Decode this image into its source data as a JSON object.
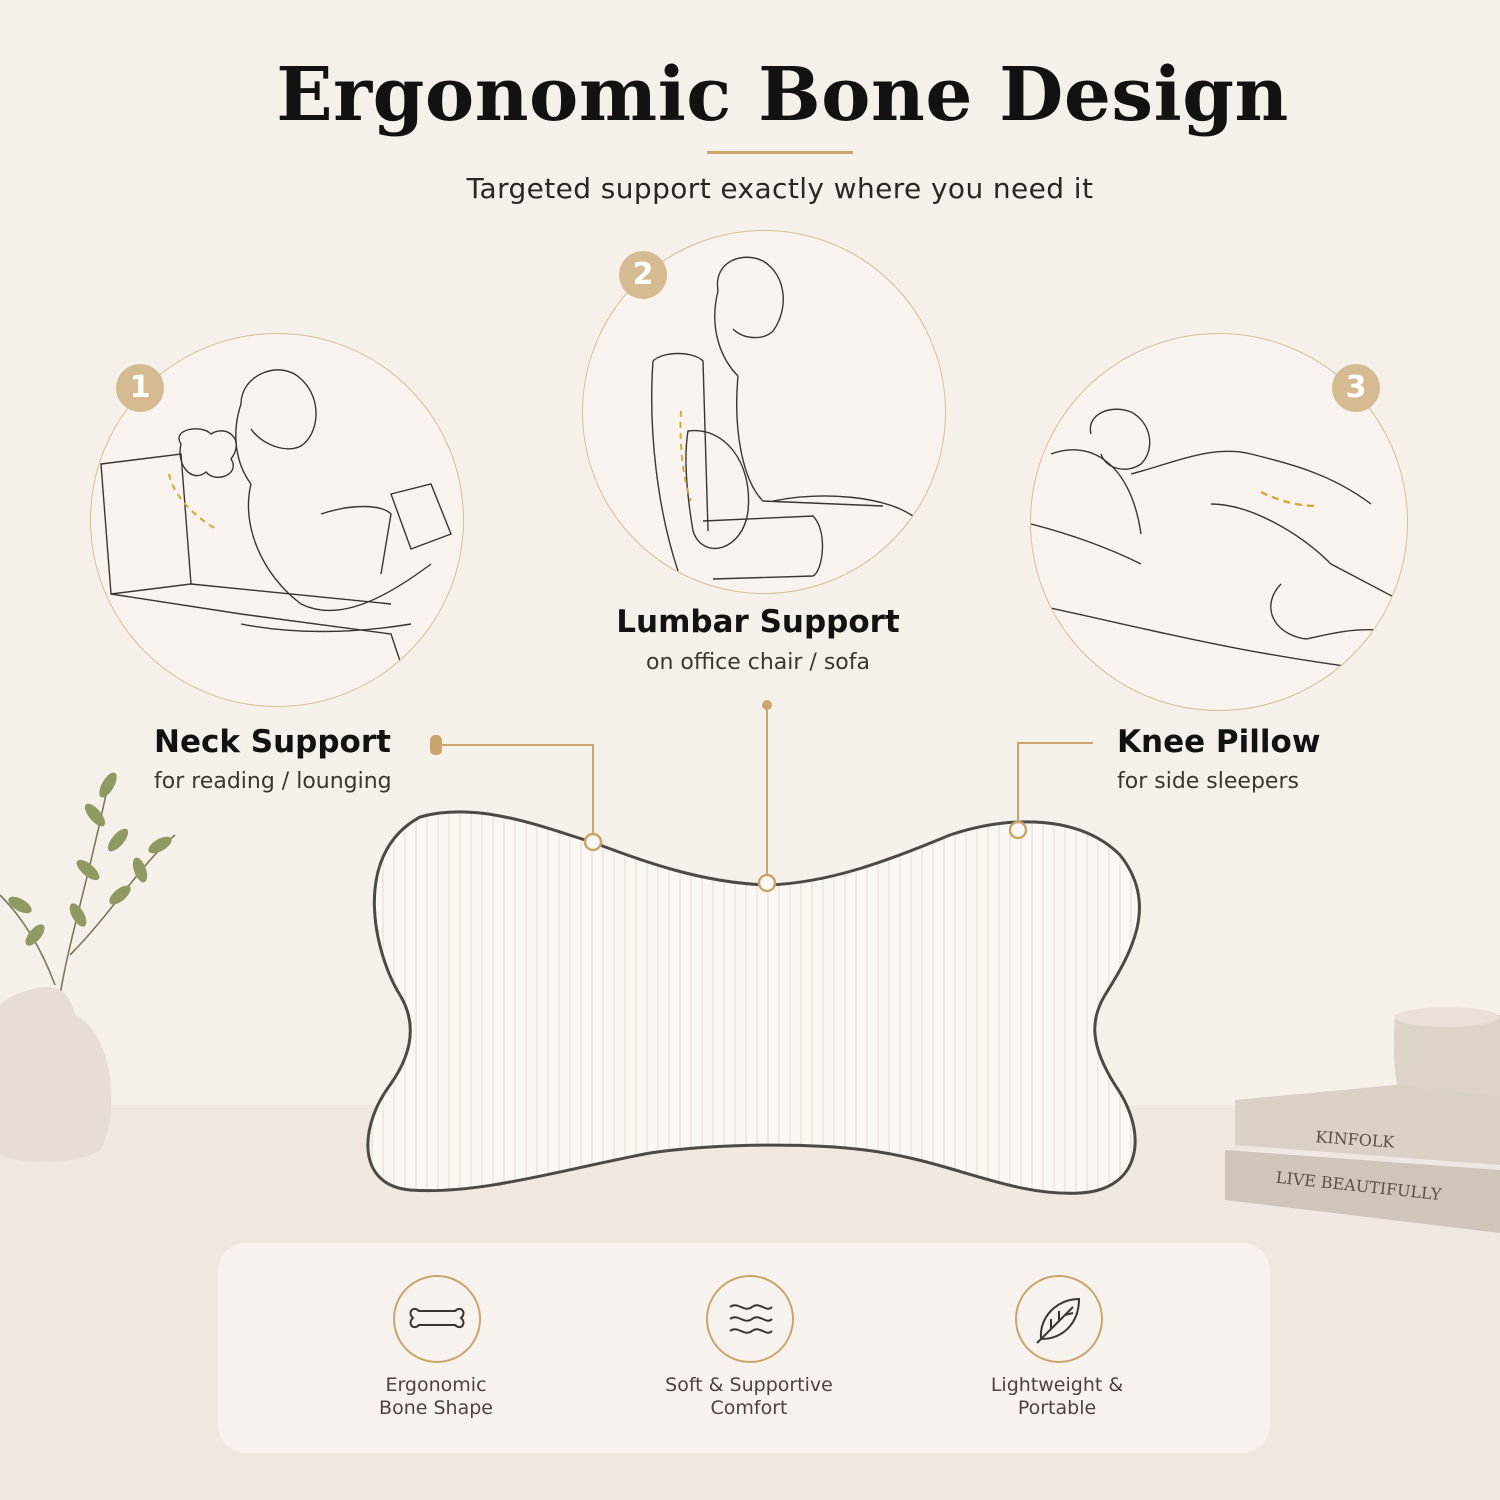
{
  "header": {
    "title": "Ergonomic Bone Design",
    "subtitle": "Targeted support exactly where you need it"
  },
  "features": [
    {
      "number": "1",
      "title": "Neck Support",
      "subtitle": "for reading / lounging"
    },
    {
      "number": "2",
      "title": "Lumbar Support",
      "subtitle": "on office chair / sofa"
    },
    {
      "number": "3",
      "title": "Knee Pillow",
      "subtitle": "for side sleepers"
    }
  ],
  "books": {
    "top_spine": "KINFOLK",
    "bottom_spine": "LIVE BEAUTIFULLY"
  },
  "highlights": [
    {
      "icon": "bone-icon",
      "line1": "Ergonomic",
      "line2": "Bone Shape"
    },
    {
      "icon": "waves-icon",
      "line1": "Soft & Supportive",
      "line2": "Comfort"
    },
    {
      "icon": "leaf-icon",
      "line1": "Lightweight &",
      "line2": "Portable"
    }
  ],
  "colors": {
    "accent": "#c9a56b",
    "background": "#f6f0ea",
    "text": "#141210"
  }
}
